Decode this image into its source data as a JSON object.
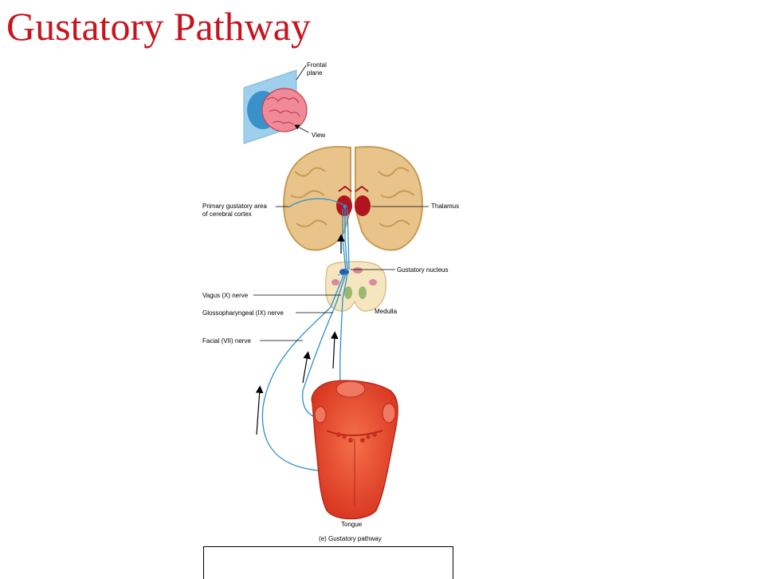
{
  "slide": {
    "title": "Gustatory Pathway"
  },
  "figure": {
    "labels": {
      "frontal_plane_line1": "Frontal",
      "frontal_plane_line2": "plane",
      "view": "View",
      "primary_gustatory_line1": "Primary gustatory area",
      "primary_gustatory_line2": "of cerebral cortex",
      "thalamus": "Thalamus",
      "gustatory_nucleus": "Gustatory nucleus",
      "vagus": "Vagus (X) nerve",
      "glossopharyngeal": "Glossopharyngeal (IX) nerve",
      "medulla": "Medulla",
      "facial": "Facial (VII) nerve",
      "tongue": "Tongue",
      "caption": "(e) Gustatory pathway"
    },
    "colors": {
      "title": "#c8141e",
      "brain_tan": "#e8c48a",
      "brain_outline": "#c89a55",
      "nerve": "#2a8fd0",
      "tongue": "#e8402a",
      "thalamus": "#b0141e",
      "plane": "#8ec8ea"
    }
  }
}
